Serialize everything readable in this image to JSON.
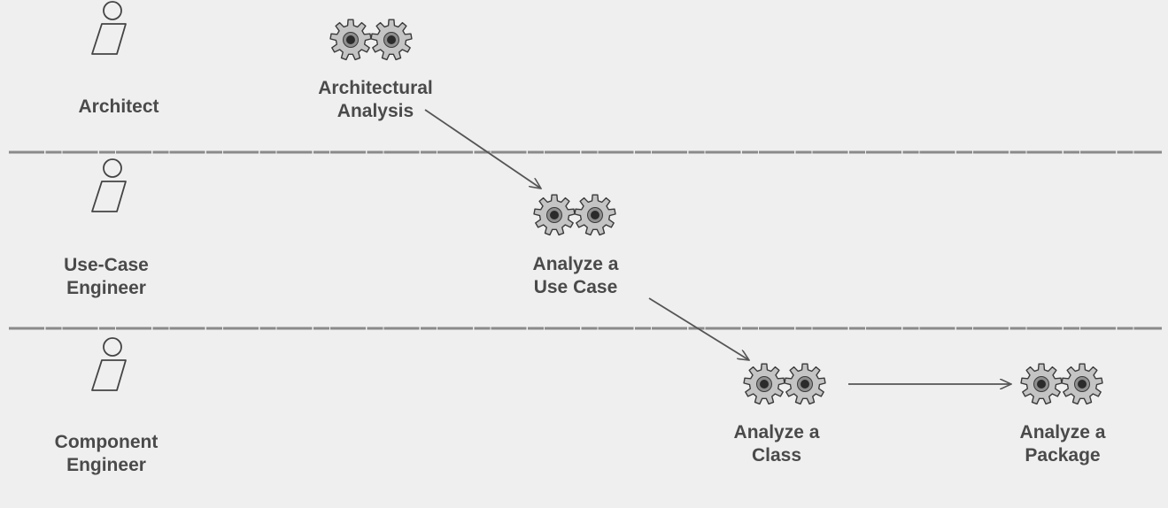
{
  "roles": [
    {
      "id": "architect",
      "lines": [
        "Architect"
      ]
    },
    {
      "id": "use-case-engineer",
      "lines": [
        "Use-Case",
        "Engineer"
      ]
    },
    {
      "id": "component-engineer",
      "lines": [
        "Component",
        "Engineer"
      ]
    }
  ],
  "activities": [
    {
      "id": "architectural-analysis",
      "lane": "architect",
      "lines": [
        "Architectural",
        "Analysis"
      ]
    },
    {
      "id": "analyze-use-case",
      "lane": "use-case-engineer",
      "lines": [
        "Analyze a",
        "Use Case"
      ]
    },
    {
      "id": "analyze-class",
      "lane": "component-engineer",
      "lines": [
        "Analyze a",
        "Class"
      ]
    },
    {
      "id": "analyze-package",
      "lane": "component-engineer",
      "lines": [
        "Analyze a",
        "Package"
      ]
    }
  ],
  "flows": [
    {
      "from": "architectural-analysis",
      "to": "analyze-use-case"
    },
    {
      "from": "analyze-use-case",
      "to": "analyze-class"
    },
    {
      "from": "analyze-class",
      "to": "analyze-package"
    }
  ],
  "colors": {
    "background": "#efefef",
    "text": "#4a4a4a",
    "line": "#555555",
    "gear_fill": "#c4c4c4",
    "gear_center": "#2b2b2b",
    "separator": "#8a8a8a"
  }
}
